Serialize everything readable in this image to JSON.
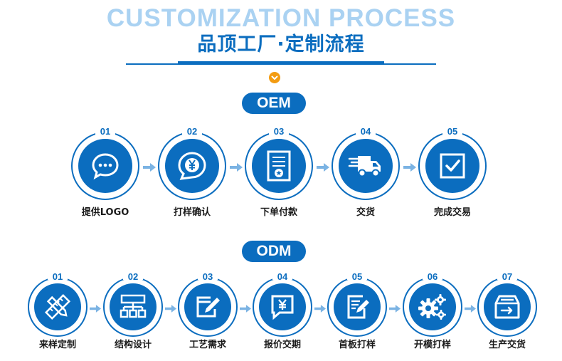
{
  "header": {
    "bg_title": "CUSTOMIZATION PROCESS",
    "title": "品顶工厂·定制流程",
    "marker_icon": "chevron-down-icon",
    "accent_color": "#0b6dbf",
    "marker_color": "#f39c12"
  },
  "oem": {
    "label": "OEM",
    "steps": [
      {
        "num": "01",
        "label": "提供LOGO",
        "icon": "chat-bubble-icon"
      },
      {
        "num": "02",
        "label": "打样确认",
        "icon": "yen-bubble-icon"
      },
      {
        "num": "03",
        "label": "下单付款",
        "icon": "certificate-icon"
      },
      {
        "num": "04",
        "label": "交货",
        "icon": "delivery-truck-icon"
      },
      {
        "num": "05",
        "label": "完成交易",
        "icon": "checkbox-icon"
      }
    ]
  },
  "odm": {
    "label": "ODM",
    "steps": [
      {
        "num": "01",
        "label": "来样定制",
        "icon": "pencil-ruler-icon"
      },
      {
        "num": "02",
        "label": "结构设计",
        "icon": "structure-icon"
      },
      {
        "num": "03",
        "label": "工艺需求",
        "icon": "edit-card-icon"
      },
      {
        "num": "04",
        "label": "报价交期",
        "icon": "yen-quote-icon"
      },
      {
        "num": "05",
        "label": "首板打样",
        "icon": "clipboard-edit-icon"
      },
      {
        "num": "06",
        "label": "开模打样",
        "icon": "gears-icon"
      },
      {
        "num": "07",
        "label": "生产交货",
        "icon": "inbox-icon"
      }
    ]
  }
}
